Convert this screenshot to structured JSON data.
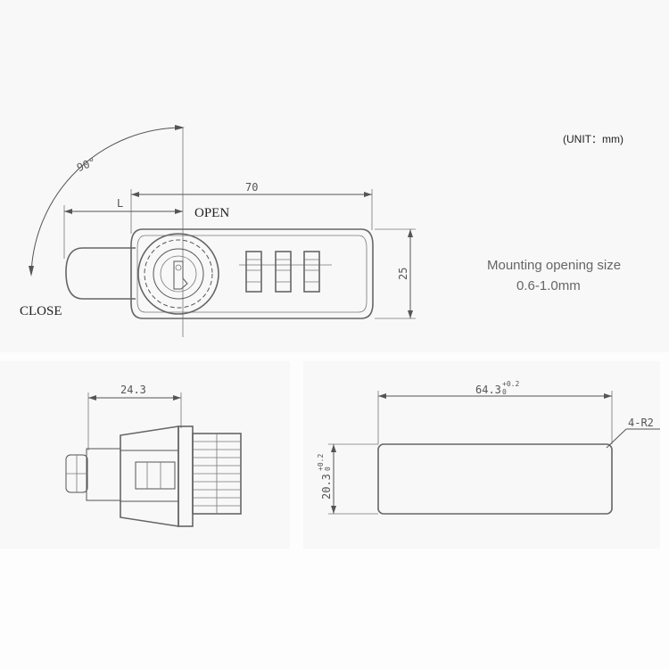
{
  "unit_label": "(UNIT：mm)",
  "top_view": {
    "angle_label": "90°",
    "length_symbol": "L",
    "width_dim": "70",
    "height_dim": "25",
    "open_label": "OPEN",
    "close_label": "CLOSE"
  },
  "mounting_note": {
    "line1": "Mounting opening size",
    "line2": "0.6-1.0mm"
  },
  "side_view": {
    "depth_dim": "24.3"
  },
  "cutout": {
    "width_dim": "64.3",
    "width_tol_upper": "+0.2",
    "width_tol_lower": "0",
    "height_dim": "20.3",
    "height_tol_upper": "+0.2",
    "height_tol_lower": "0",
    "radius_label": "4-R2"
  },
  "colors": {
    "line": "#555555",
    "text": "#222222"
  }
}
